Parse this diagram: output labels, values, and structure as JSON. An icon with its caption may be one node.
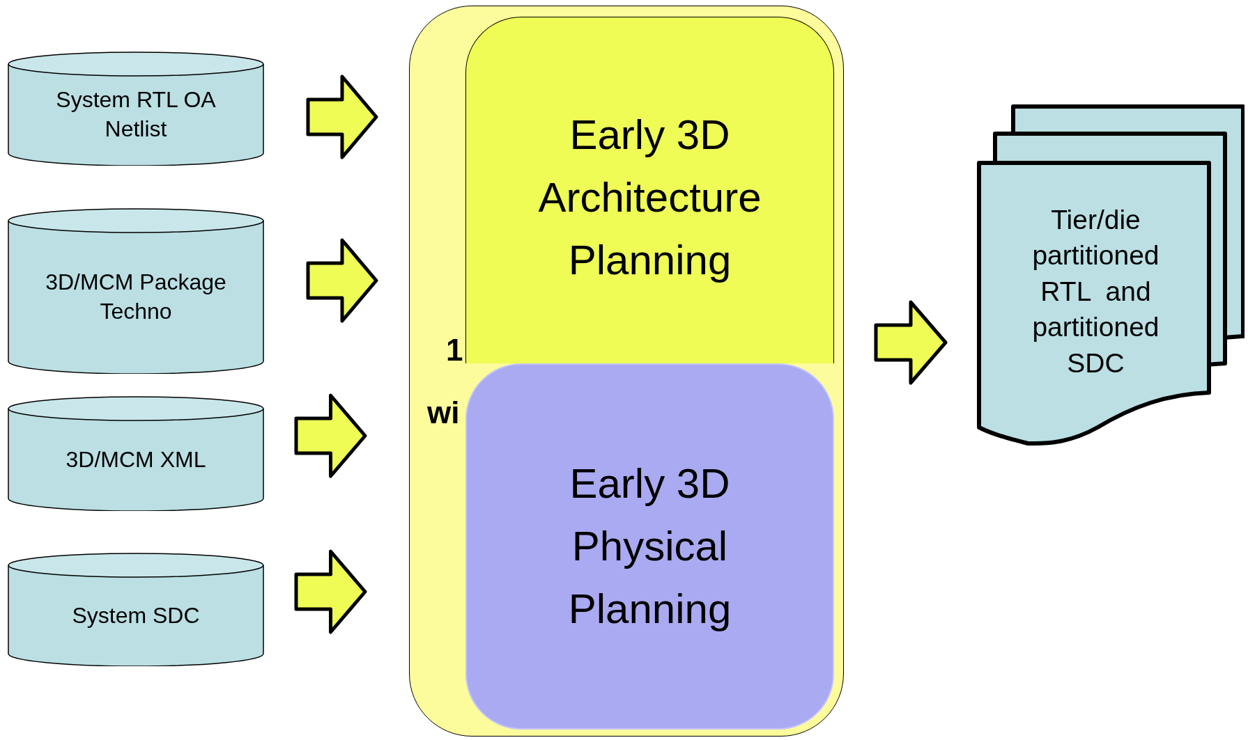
{
  "diagram": {
    "nodes": [
      {
        "text": [
          "System RTL OA Netlist"
        ]
      },
      {
        "text": [
          "3D/MCM Package Techno"
        ]
      },
      {
        "text": [
          "3D/MCM XML"
        ]
      },
      {
        "text": [
          "System SDC"
        ]
      },
      {
        "text": [
          "1",
          "wi"
        ]
      },
      {
        "text": [
          "Early 3D Architecture Planning"
        ],
        "in": 4
      },
      {
        "text": [
          "Early 3D Physical Planning"
        ],
        "in": 4
      },
      {
        "text": [
          "Tier/die partitioned RTL  and partitioned SDC"
        ]
      }
    ],
    "edges": [
      {
        "from": 0,
        "to": 4,
        "arrow": "to"
      },
      {
        "from": 1,
        "to": 4,
        "arrow": "to"
      },
      {
        "from": 2,
        "to": 4,
        "arrow": "to"
      },
      {
        "from": 3,
        "to": 4,
        "arrow": "to"
      },
      {
        "from": 4,
        "to": 7,
        "arrow": "to"
      }
    ]
  }
}
